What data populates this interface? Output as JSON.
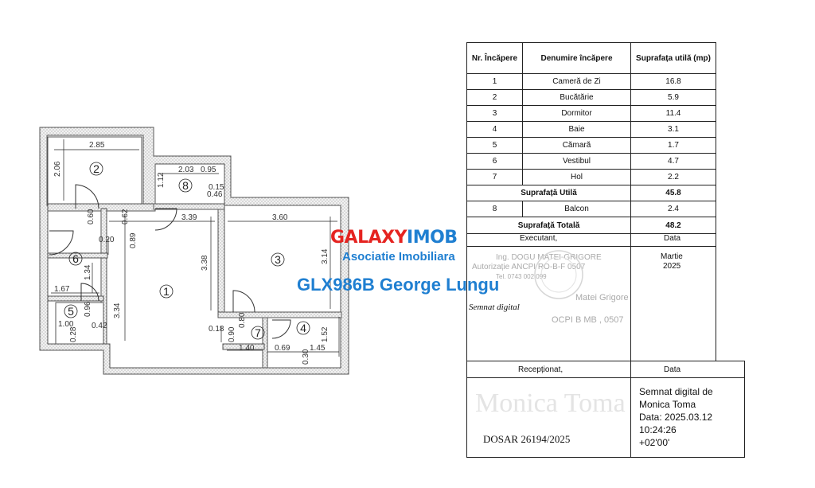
{
  "plan": {
    "rooms": {
      "r1": "1",
      "r2": "2",
      "r3": "3",
      "r4": "4",
      "r5": "5",
      "r6": "6",
      "r7": "7",
      "r8": "8"
    },
    "dims": {
      "d285": "2.85",
      "d206": "2.06",
      "d203": "2.03",
      "d095": "0.95",
      "d112": "1.12",
      "d015": "0.15",
      "d046": "0.46",
      "d060": "0.60",
      "d062": "0.62",
      "d339": "3.39",
      "d360": "3.60",
      "d020": "0.20",
      "d089": "0.89",
      "d338": "3.38",
      "d314": "3.14",
      "d134": "1.34",
      "d167": "1.67",
      "d334": "3.34",
      "d100": "1.00",
      "d096": "0.96",
      "d018": "0.18",
      "d090": "0.90",
      "d080": "0.80",
      "d152": "1.52",
      "d140": "1.40",
      "d069": "0.69",
      "d145": "1.45",
      "d030": "0.30",
      "d028": "0.28",
      "d042": "0.42"
    }
  },
  "watermark": {
    "brand_red": "GALAXY",
    "brand_blue": "IMOB",
    "subtitle": "Asociatie Imobiliara",
    "agent": "GLX986B George Lungu",
    "colors": {
      "red": "#e52421",
      "blue": "#1f7fd1"
    }
  },
  "table": {
    "header": {
      "nr": "Nr. Încăpere",
      "name": "Denumire încăpere",
      "area": "Suprafața utilă (mp)"
    },
    "rooms": [
      {
        "nr": "1",
        "name": "Cameră de Zi",
        "area": "16.8"
      },
      {
        "nr": "2",
        "name": "Bucătărie",
        "area": "5.9"
      },
      {
        "nr": "3",
        "name": "Dormitor",
        "area": "11.4"
      },
      {
        "nr": "4",
        "name": "Baie",
        "area": "3.1"
      },
      {
        "nr": "5",
        "name": "Cămară",
        "area": "1.7"
      },
      {
        "nr": "6",
        "name": "Vestibul",
        "area": "4.7"
      },
      {
        "nr": "7",
        "name": "Hol",
        "area": "2.2"
      }
    ],
    "useful_label": "Suprafață Utilă",
    "useful_value": "45.8",
    "balcony": {
      "nr": "8",
      "name": "Balcon",
      "area": "2.4"
    },
    "total_label": "Suprafață Totală",
    "total_value": "48.2"
  },
  "signature": {
    "executant_label": "Executant,",
    "data_label": "Data",
    "engineer": "Ing. DOGU MATEI-GRIGORE",
    "authorization": "Autorizație ANCPI  RO-B-F  0507",
    "phone": "Tel. 0743 002 099",
    "month": "Martie",
    "year": "2025",
    "signed_note": "Semnat digital",
    "stamp_name": "Matei Grigore",
    "stamp_code": "OCPI B  MB , 0507"
  },
  "reception": {
    "received_label": "Recepționat,",
    "data_label": "Data",
    "ghost_name": "Monica Toma",
    "signed_line1": "Semnat digital de Monica Toma",
    "signed_line2": "Data: 2025.03.12 10:24:26",
    "signed_line3": "+02'00'",
    "dosar": "DOSAR 26194/2025"
  }
}
